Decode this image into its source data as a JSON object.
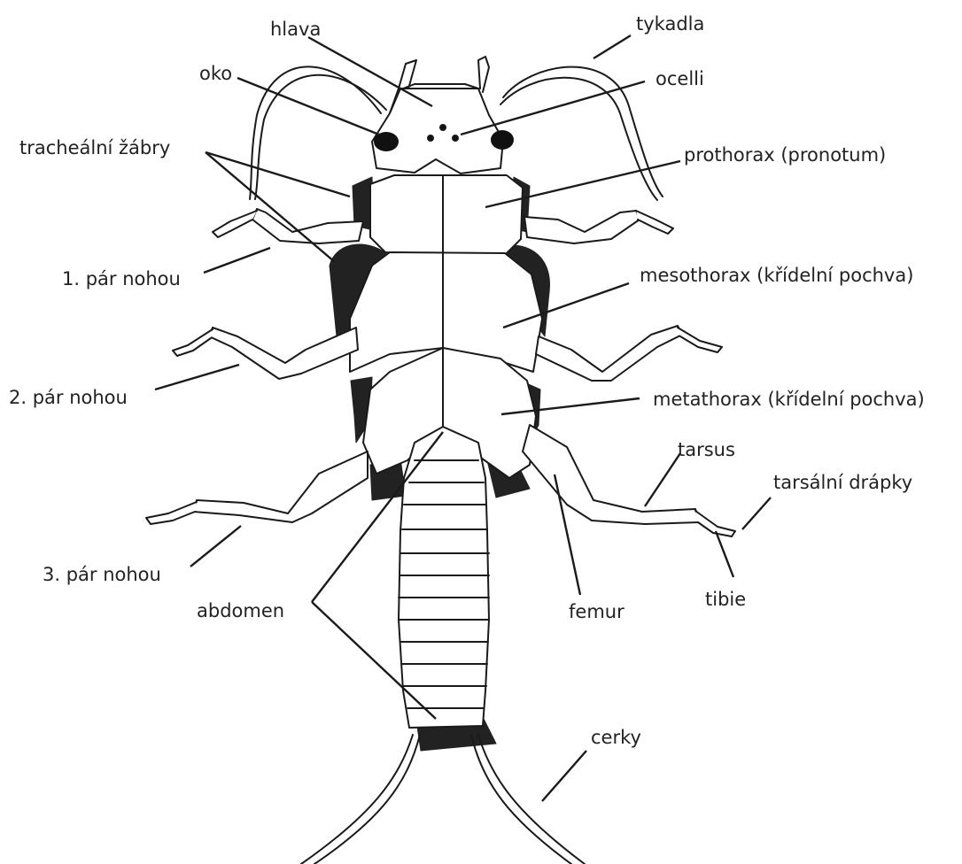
{
  "diagram": {
    "line_color": "#1a1a1a",
    "ink_color": "#111111",
    "labels": {
      "hlava": "hlava",
      "tykadla": "tykadla",
      "oko": "oko",
      "ocelli": "ocelli",
      "tracheal_gills": "tracheální žábry",
      "prothorax": "prothorax (pronotum)",
      "leg_pair_1": "1. pár nohou",
      "mesothorax": "mesothorax (křídelní pochva)",
      "leg_pair_2": "2. pár nohou",
      "metathorax": "metathorax (křídelní pochva)",
      "tarsus": "tarsus",
      "tarsal_claws": "tarsální drápky",
      "leg_pair_3": "3. pár nohou",
      "abdomen": "abdomen",
      "femur": "femur",
      "tibie": "tibie",
      "cerky": "cerky"
    }
  }
}
